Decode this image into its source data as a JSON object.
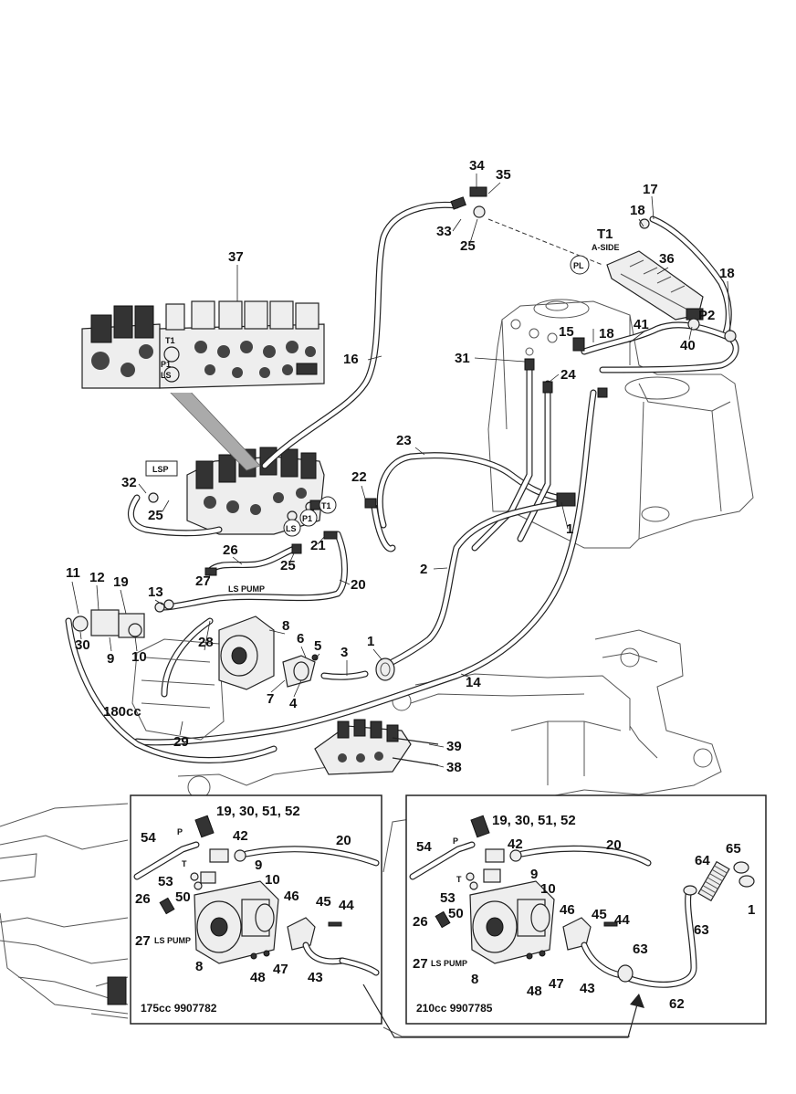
{
  "callouts": {
    "c34": "34",
    "c35": "35",
    "c33": "33",
    "c25a": "25",
    "c18a": "18",
    "c17": "17",
    "t1_label": "T1",
    "t1_sub": "A-SIDE",
    "c36": "36",
    "pl": "PL",
    "c18b": "18",
    "c37": "37",
    "c15": "15",
    "c18c": "18",
    "c41": "41",
    "p2": "P2",
    "c40": "40",
    "c16": "16",
    "c31": "31",
    "c24": "24",
    "c23": "23",
    "lsp": "LSP",
    "c32": "32",
    "c25b": "25",
    "c22": "22",
    "t1_main": "T1",
    "ls_main": "LS",
    "p1_main": "P1",
    "c21": "21",
    "c26": "26",
    "c25c": "25",
    "c27": "27",
    "ls_pump": "LS PUMP",
    "c20": "20",
    "c2": "2",
    "c1a": "1",
    "c11": "11",
    "c12": "12",
    "c19": "19",
    "c13": "13",
    "c30": "30",
    "c9": "9",
    "c10": "10",
    "c28": "28",
    "c8": "8",
    "c6": "6",
    "c5": "5",
    "c3": "3",
    "c1b": "1",
    "c7": "7",
    "c4": "4",
    "c14": "14",
    "c180cc": "180cc",
    "c29": "29",
    "c39": "39",
    "c38": "38"
  },
  "inset_left": {
    "c19_30_51_52": "19, 30, 51, 52",
    "c54": "54",
    "p": "P",
    "c42": "42",
    "c20": "20",
    "t": "T",
    "c9": "9",
    "c53": "53",
    "c10": "10",
    "c50": "50",
    "c26": "26",
    "c46": "46",
    "c45": "45",
    "c44": "44",
    "c27": "27",
    "ls_pump": "LS PUMP",
    "c8": "8",
    "c48": "48",
    "c47": "47",
    "c43": "43",
    "caption": "175cc 9907782"
  },
  "inset_right": {
    "c19_30_51_52": "19, 30, 51, 52",
    "c54": "54",
    "p": "P",
    "c42": "42",
    "c20": "20",
    "t": "T",
    "c9": "9",
    "c53": "53",
    "c10": "10",
    "c50": "50",
    "c26": "26",
    "c46": "46",
    "c45": "45",
    "c44": "44",
    "c27": "27",
    "ls_pump": "LS PUMP",
    "c8": "8",
    "c48": "48",
    "c47": "47",
    "c43": "43",
    "c64": "64",
    "c65": "65",
    "c63a": "63",
    "c1": "1",
    "c63b": "63",
    "c62": "62",
    "caption": "210cc 9907785"
  }
}
